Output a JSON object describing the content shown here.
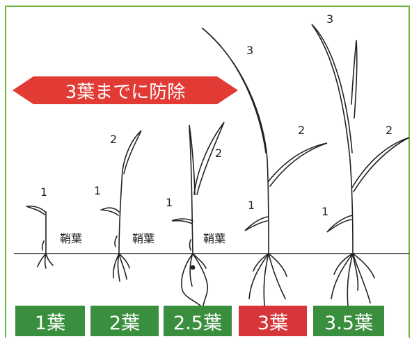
{
  "banner": {
    "text": "3葉までに防除",
    "color": "#e23a35"
  },
  "sheath_label": "鞘葉",
  "plants": [
    {
      "leaf_labels": [
        "1"
      ]
    },
    {
      "leaf_labels": [
        "1",
        "2"
      ]
    },
    {
      "leaf_labels": [
        "1",
        "2"
      ]
    },
    {
      "leaf_labels": [
        "1",
        "2",
        "3"
      ]
    },
    {
      "leaf_labels": [
        "1",
        "2",
        "3"
      ]
    }
  ],
  "stages": [
    {
      "label": "1葉",
      "color": "#3a8f3e"
    },
    {
      "label": "2葉",
      "color": "#3a8f3e"
    },
    {
      "label": "2.5葉",
      "color": "#3a8f3e"
    },
    {
      "label": "3葉",
      "color": "#d6353a"
    },
    {
      "label": "3.5葉",
      "color": "#3a8f3e"
    }
  ],
  "frame_color": "#6bb536"
}
